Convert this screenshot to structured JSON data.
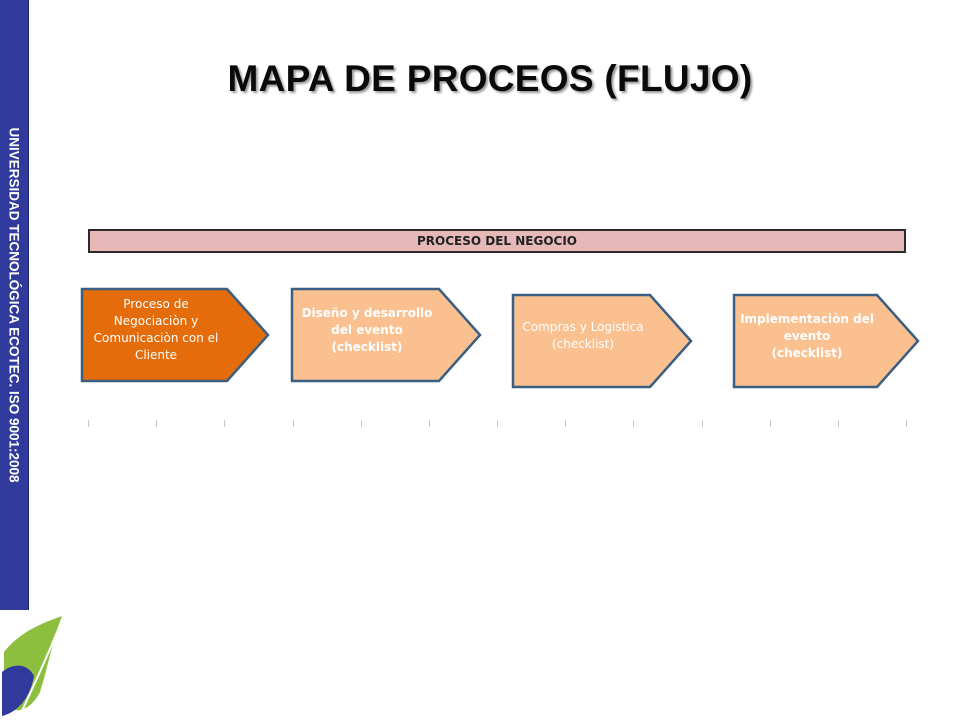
{
  "slide": {
    "title": "MAPA DE PROCEOS (FLUJO)",
    "side_text": "UNIVERSIDAD TECNOLÓGICA ECOTEC. ISO 9001:2008",
    "logo_icon": "leaf-logo-icon"
  },
  "diagram": {
    "header": "PROCESO DEL NEGOCIO",
    "steps": [
      {
        "label": "Proceso de\nNegociaciòn  y\nComunicaciòn con el\nCliente",
        "fill": "#e46c0a",
        "text_color": "#ffffff",
        "bold": false
      },
      {
        "label": "Diseño  y desarrollo\ndel evento\n(checklist)",
        "fill": "#fac090",
        "text_color": "#ffffff",
        "bold": true
      },
      {
        "label": "Compras y Logistica\n(checklist)",
        "fill": "#fac090",
        "text_color": "#ffffff",
        "bold": false
      },
      {
        "label": "Implementaciòn del\nevento\n(checklist)",
        "fill": "#fac090",
        "text_color": "#ffffff",
        "bold": true
      }
    ],
    "border_color": "#3b5f83"
  },
  "colors": {
    "side_bar": "#2f3a9c",
    "header_fill": "#e6b9b8"
  }
}
